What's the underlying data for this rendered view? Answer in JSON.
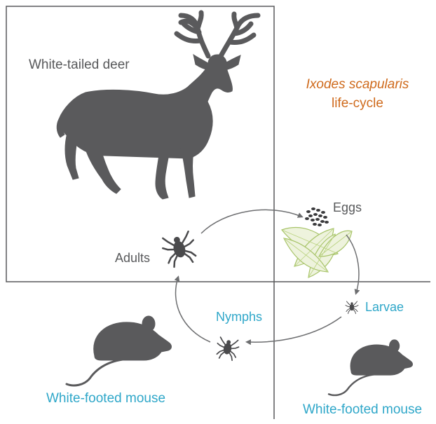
{
  "title": {
    "species": "Ixodes scapularis",
    "suffix": "life-cycle"
  },
  "hosts": {
    "deer": "White-tailed deer",
    "mouse_left": "White-footed mouse",
    "mouse_right": "White-footed mouse"
  },
  "stages": {
    "eggs": "Eggs",
    "larvae": "Larvae",
    "nymphs": "Nymphs",
    "adults": "Adults"
  },
  "colors": {
    "host_silhouette": "#5a5a5c",
    "tick": "#4a4a4c",
    "frame_line": "#58595b",
    "cycle_arrow": "#6d6e70",
    "title_orange": "#cf6a1c",
    "host_blue": "#2fa7c9",
    "leaf_green": "#a8c46a"
  }
}
